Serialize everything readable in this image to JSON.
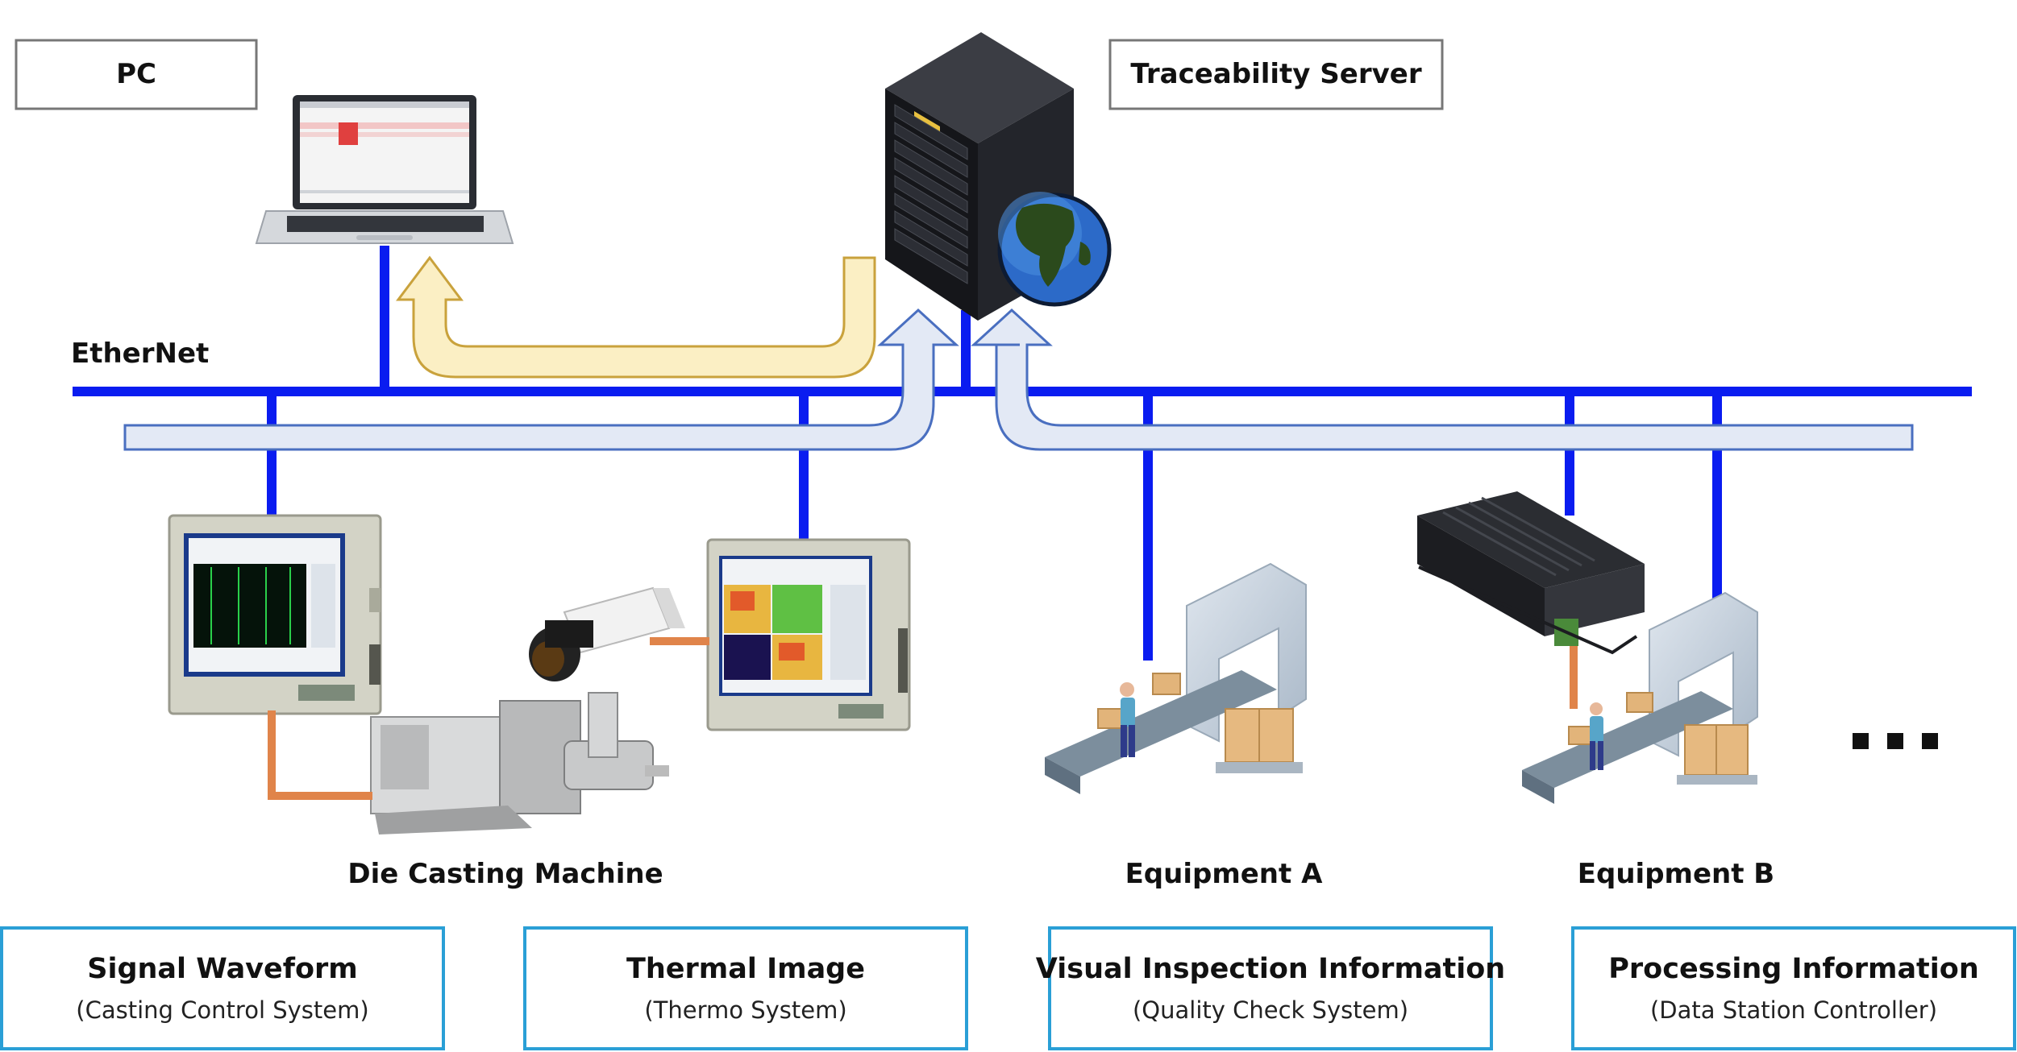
{
  "labels": {
    "pc": "PC",
    "server": "Traceability Server",
    "network": "EtherNet",
    "die_casting": "Die Casting Machine",
    "equipment_a": "Equipment A",
    "equipment_b": "Equipment B",
    "more": "..."
  },
  "info_boxes": [
    {
      "title": "Signal Waveform",
      "subtitle": "(Casting Control System)"
    },
    {
      "title": "Thermal Image",
      "subtitle": "(Thermo System)"
    },
    {
      "title": "Visual Inspection Information",
      "subtitle": "(Quality Check System)"
    },
    {
      "title": "Processing Information",
      "subtitle": "(Data Station Controller)"
    }
  ],
  "icons": {
    "laptop": "laptop-icon",
    "server": "server-rack-icon",
    "globe": "globe-icon",
    "monitor": "industrial-monitor-icon",
    "camera": "thermal-camera-icon",
    "machine": "die-casting-machine-icon",
    "conveyor": "conveyor-inspection-icon",
    "controller": "embedded-controller-icon"
  },
  "colors": {
    "network": "#0a1cf0",
    "local_link": "#e0844a",
    "upload_arrow_fill": "#e3e9f5",
    "upload_arrow_stroke": "#4a6fc0",
    "download_arrow_fill": "#fbefc4",
    "download_arrow_stroke": "#c9a23c",
    "info_border": "#2a9fd6",
    "label_border": "#777777"
  }
}
